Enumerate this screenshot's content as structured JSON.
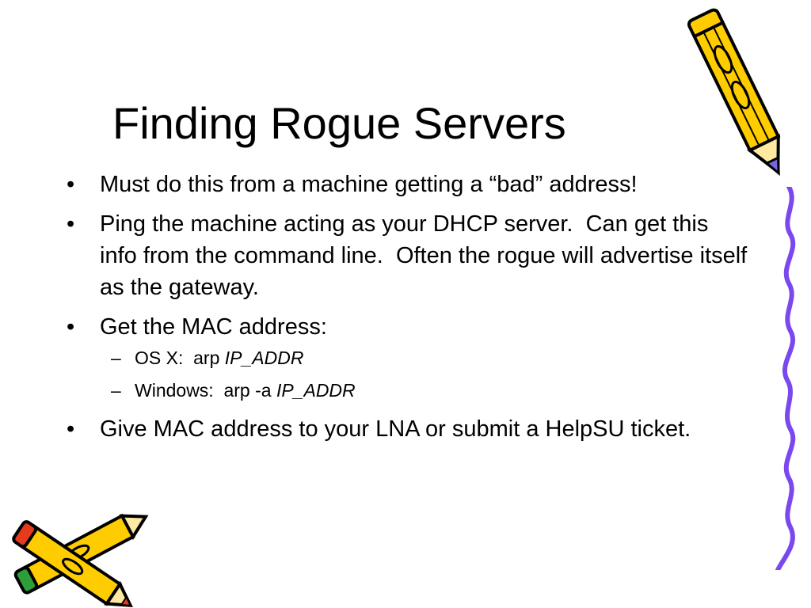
{
  "slide": {
    "title": "Finding Rogue Servers",
    "bullet_symbol": "•",
    "dash_symbol": "–",
    "bullets": [
      {
        "text": "Must do this from a machine getting a “bad” address!"
      },
      {
        "text": "Ping the machine acting as your DHCP server.  Can get this info from the command line.  Often the rogue will advertise itself as the gateway."
      },
      {
        "text": "Get the MAC address:"
      },
      {
        "text": "Give MAC address to your LNA or submit a HelpSU ticket."
      }
    ],
    "sub_bullets": [
      {
        "prefix": "OS X:  arp ",
        "arg": "IP_ADDR"
      },
      {
        "prefix": "Windows:  arp -a ",
        "arg": "IP_ADDR"
      }
    ]
  },
  "decor": {
    "pencil_icon": "pencil-icon",
    "squiggle_icon": "squiggle-line-icon",
    "colors": {
      "pencil_body": "#FFCC00",
      "pencil_outline": "#000000",
      "pencil_tip": "#7A66E0",
      "eraser_red": "#E53A1E",
      "eraser_green": "#2E9E3A",
      "squiggle": "#7B48F0"
    }
  }
}
